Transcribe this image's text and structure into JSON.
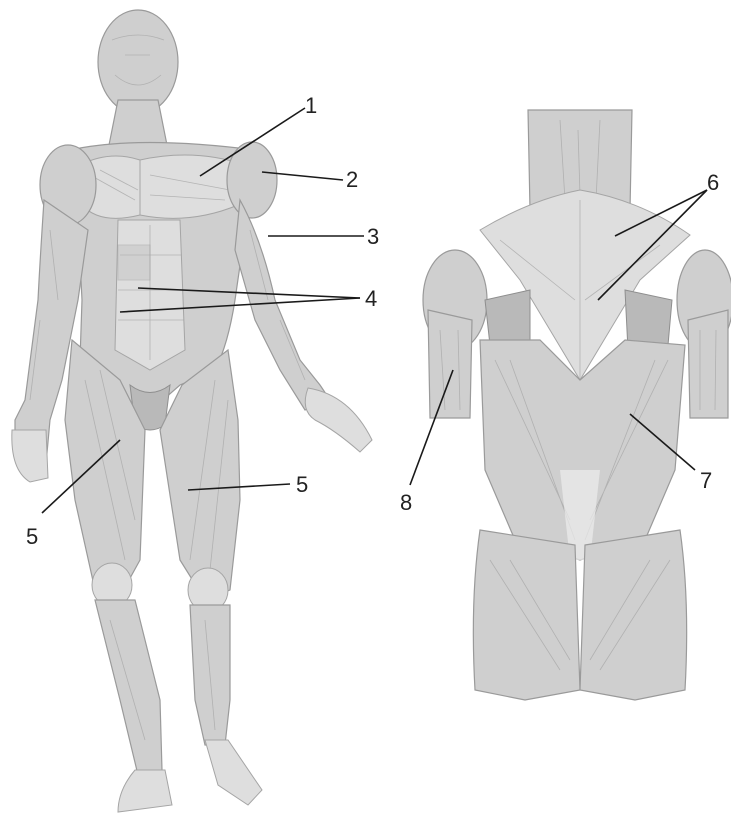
{
  "labels": {
    "l1": "1",
    "l2": "2",
    "l3": "3",
    "l4": "4",
    "l5a": "5",
    "l5b": "5",
    "l6": "6",
    "l7": "7",
    "l8": "8"
  }
}
